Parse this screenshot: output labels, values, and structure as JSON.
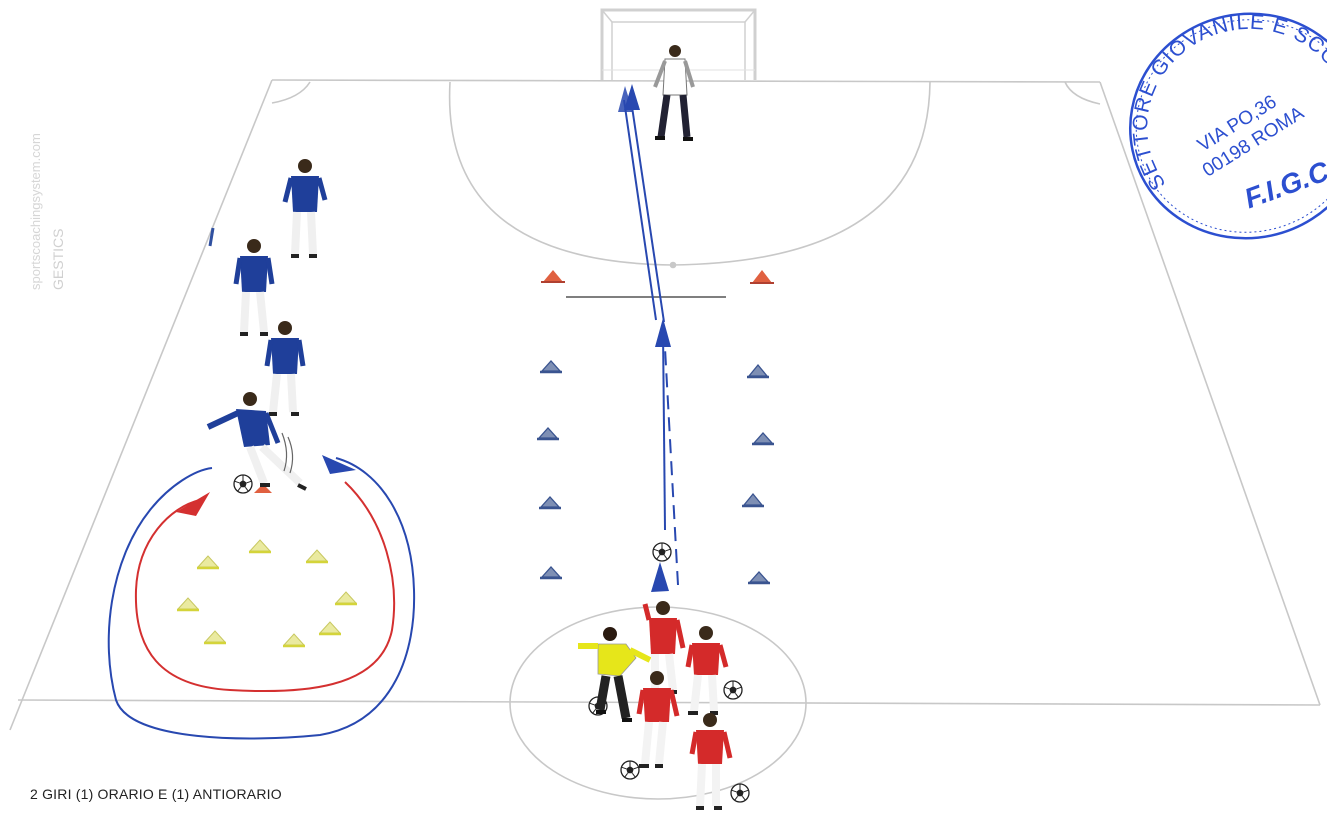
{
  "caption": "2 GIRI (1) ORARIO E (1) ANTIORARIO",
  "watermark": {
    "site": "sportscoachingsystem.com",
    "brand": "GESTICS"
  },
  "stamp": {
    "text_ring": "SETTORE GIOVANILE E SCOLASTICO",
    "line1": "VIA PO,36",
    "line2": "00198 ROMA",
    "org": "F.I.G.C."
  },
  "colors": {
    "field_line": "#c8c8c8",
    "blue_team": "#1f3f9a",
    "red_team": "#d42a2a",
    "keeper_yellow": "#e6e61a",
    "arrow_blue": "#2848b0",
    "arrow_red": "#d43030",
    "stamp_blue": "#2c4fd0",
    "cone_yellow": "#e8e870",
    "cone_red": "#e06040",
    "cone_blue": "#4a6aa8"
  },
  "icons": [
    "soccer-ball-icon",
    "cone-icon",
    "player-icon",
    "goal-icon",
    "arrow-icon"
  ]
}
